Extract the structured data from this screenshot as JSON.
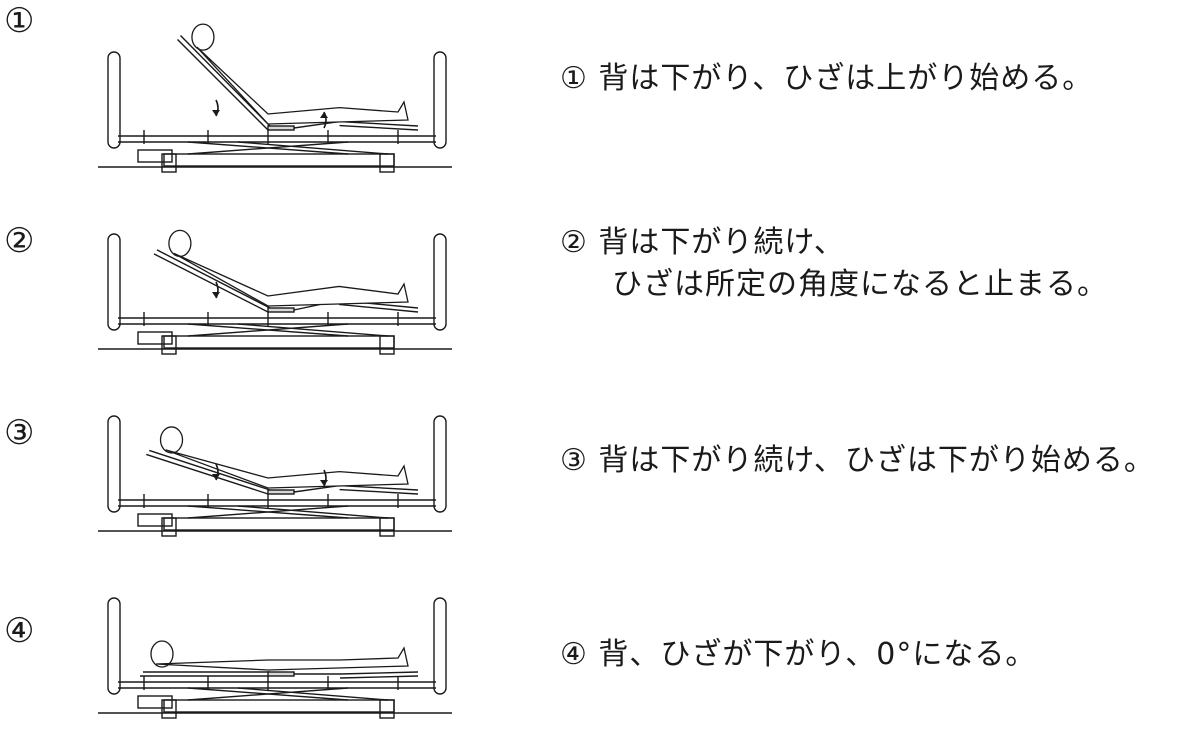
{
  "steps": [
    {
      "number": "①",
      "caption_lines": [
        "① 背は下がり、ひざは上がり始める。"
      ],
      "back_angle_deg": 45,
      "knee_angle_deg": 8,
      "back_arrow": "down",
      "knee_arrow": "up"
    },
    {
      "number": "②",
      "caption_lines": [
        "② 背は下がり続け、",
        "ひざは所定の角度になると止まる。"
      ],
      "back_angle_deg": 27,
      "knee_angle_deg": 12,
      "back_arrow": "down",
      "knee_arrow": "none"
    },
    {
      "number": "③",
      "caption_lines": [
        "③ 背は下がり続け、ひざは下がり始める。"
      ],
      "back_angle_deg": 18,
      "knee_angle_deg": 8,
      "back_arrow": "down",
      "knee_arrow": "down"
    },
    {
      "number": "④",
      "caption_lines": [
        "④ 背、ひざが下がり、0°になる。"
      ],
      "back_angle_deg": 0,
      "knee_angle_deg": 0,
      "back_arrow": "none",
      "knee_arrow": "none"
    }
  ]
}
